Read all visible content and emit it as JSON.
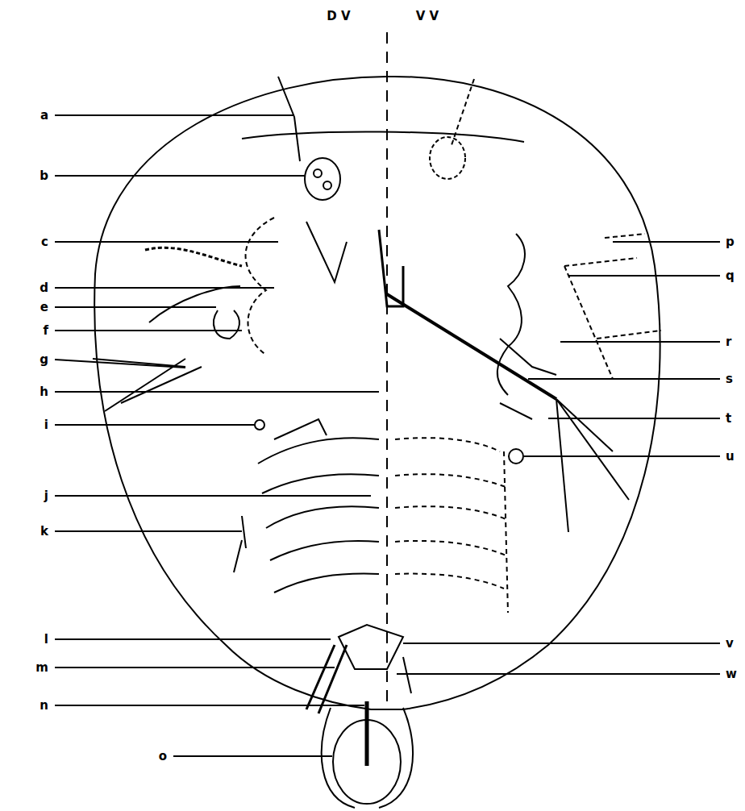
{
  "diagram": {
    "labels": [
      "D V",
      "V V",
      "a",
      "b",
      "c",
      "d",
      "e",
      "f",
      "g",
      "h",
      "i",
      "j",
      "k",
      "l",
      "m",
      "n",
      "o",
      "p",
      "q",
      "r",
      "s",
      "t",
      "u",
      "v",
      "w"
    ]
  }
}
